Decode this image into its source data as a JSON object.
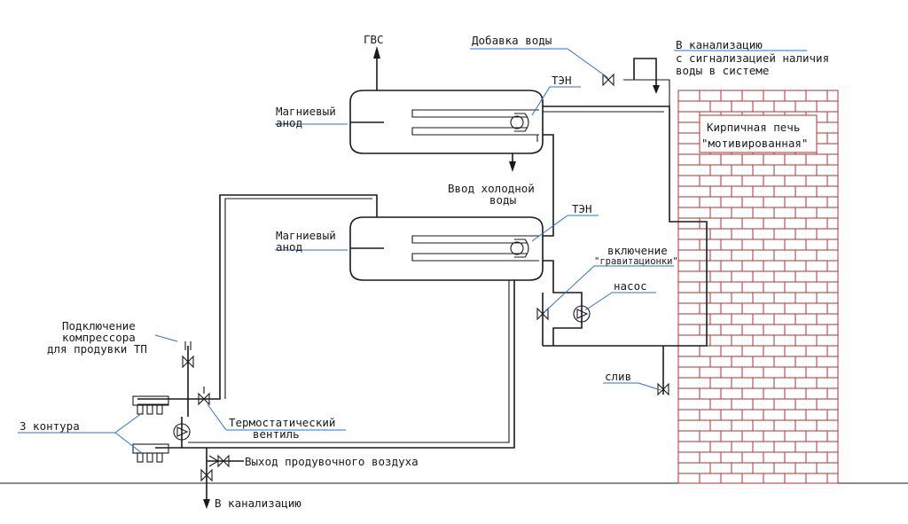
{
  "labels": {
    "gvs": "ГВС",
    "water_add": "Добавка воды",
    "sewer_top_1": "В канализацию",
    "sewer_top_2": "с сигнализацией наличия",
    "sewer_top_3": "воды в системе",
    "anode_top_1": "Магниевый",
    "anode_top_2": "анод",
    "ten_top": "ТЭН",
    "cold_in_1": "Ввод холодной",
    "cold_in_2": "воды",
    "anode_bottom_1": "Магниевый",
    "anode_bottom_2": "анод",
    "ten_bottom": "ТЭН",
    "gravity_1": "включение",
    "gravity_2": "\"гравитационки\"",
    "pump": "насос",
    "drain": "слив",
    "compressor_1": "Подключение",
    "compressor_2": "компрессора",
    "compressor_3": "для продувки ТП",
    "circuits": "3 контура",
    "thermo_1": "Термостатический",
    "thermo_2": "вентиль",
    "air_out": "Выход продувочного воздуха",
    "sewer_bottom": "В канализацию",
    "stove_1": "Кирпичная печь",
    "stove_2": "\"мотивированная\""
  },
  "colors": {
    "pipe": "#1a1a1a",
    "leader": "#2a6fd6",
    "brick": "#b03030"
  }
}
